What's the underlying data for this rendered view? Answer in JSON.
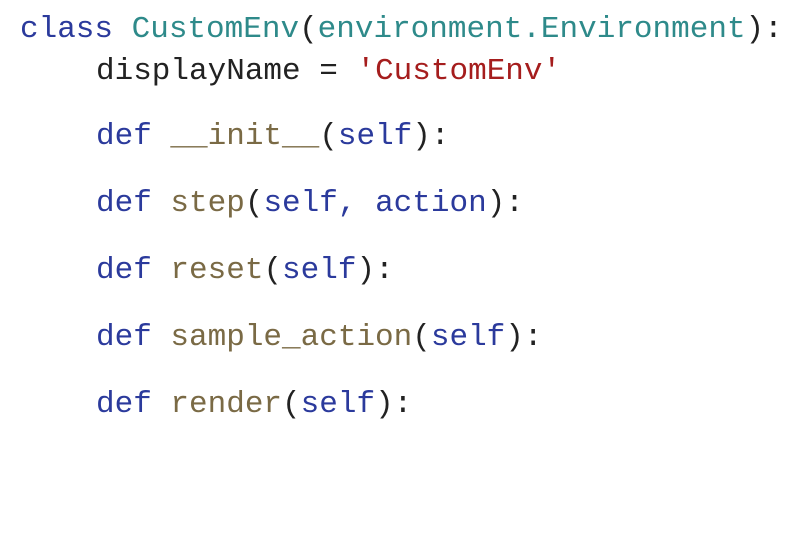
{
  "colors": {
    "keyword": "#2b3a9c",
    "class_name": "#2e8a8a",
    "function_name": "#7a6a45",
    "string": "#a51d1d",
    "text": "#222222",
    "background": "#ffffff"
  },
  "code": {
    "class_line": {
      "keyword": "class",
      "name": "CustomEnv",
      "open": "(",
      "base": "environment.Environment",
      "close": "):"
    },
    "attr_line": {
      "name": "displayName",
      "op": "=",
      "value": "'CustomEnv'"
    },
    "methods": [
      {
        "keyword": "def",
        "name": "__init__",
        "open": "(",
        "params": "self",
        "close": "):"
      },
      {
        "keyword": "def",
        "name": "step",
        "open": "(",
        "params": "self, action",
        "close": "):"
      },
      {
        "keyword": "def",
        "name": "reset",
        "open": "(",
        "params": "self",
        "close": "):"
      },
      {
        "keyword": "def",
        "name": "sample_action",
        "open": "(",
        "params": "self",
        "close": "):"
      },
      {
        "keyword": "def",
        "name": "render",
        "open": "(",
        "params": "self",
        "close": "):"
      }
    ]
  }
}
